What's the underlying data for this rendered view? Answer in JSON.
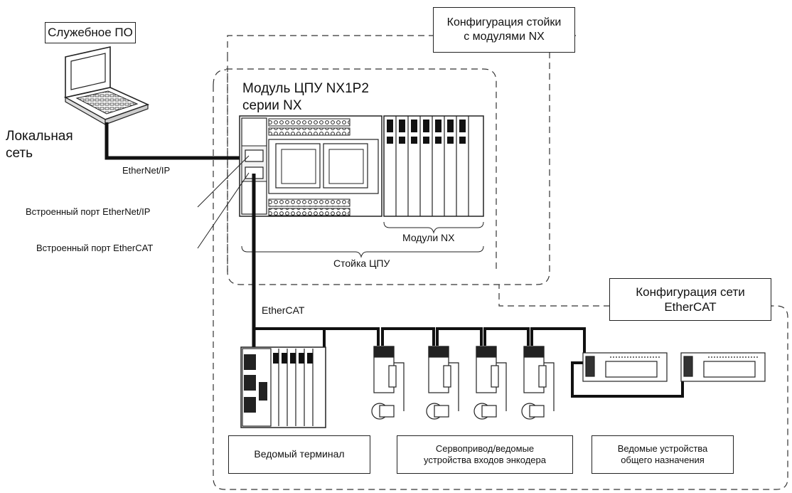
{
  "labels": {
    "service_software": "Служебное ПО",
    "rack_config_line1": "Конфигурация стойки",
    "rack_config_line2": "с модулями NX",
    "cpu_module_line1": "Модуль ЦПУ NX1P2",
    "cpu_module_line2": "серии NX",
    "lan_line1": "Локальная",
    "lan_line2": "сеть",
    "ethernet_ip_cable": "EtherNet/IP",
    "builtin_ethernet_ip_port": "Встроенный порт EtherNet/IP",
    "builtin_ethercat_port": "Встроенный порт EtherCAT",
    "nx_modules": "Модули NX",
    "cpu_rack": "Стойка ЦПУ",
    "ethercat_config_line1": "Конфигурация сети",
    "ethercat_config_line2": "EtherCAT",
    "ethercat_cable": "EtherCAT",
    "slave_terminal": "Ведомый терминал",
    "servo_line1": "Сервопривод/ведомые",
    "servo_line2": "устройства входов энкодера",
    "general_line1": "Ведомые устройства",
    "general_line2": "общего назначения"
  }
}
